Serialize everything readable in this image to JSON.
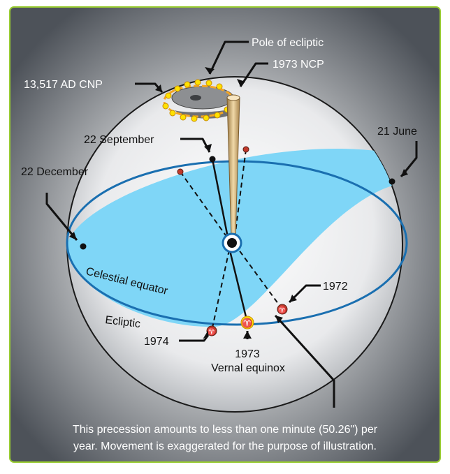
{
  "labels": {
    "pole_of_ecliptic": "Pole of ecliptic",
    "ncp_1973": "1973 NCP",
    "cnp_13517": "13,517 AD CNP",
    "sep22": "22 September",
    "jun21": "21 June",
    "dec22": "22 December",
    "celestial_equator": "Celestial equator",
    "ecliptic": "Ecliptic",
    "y1972": "1972",
    "y1974": "1974",
    "y1973": "1973",
    "vernal_equinox": "Vernal equinox"
  },
  "aries_symbol": "♈",
  "caption_line1": "This precession amounts to less than one minute (50.26\") per",
  "caption_line2": "year. Movement is exaggerated for the purpose of illustration.",
  "colors": {
    "frame_border": "#9acd32",
    "background": "#5a5f66",
    "ecliptic_fill": "#7fd6f7",
    "equator_line": "#1a6fb0",
    "precession_circle": "#f5a623",
    "marker_red": "#c0392b",
    "marker_yellow": "#ffe100",
    "pointer": "#d4b07a"
  }
}
